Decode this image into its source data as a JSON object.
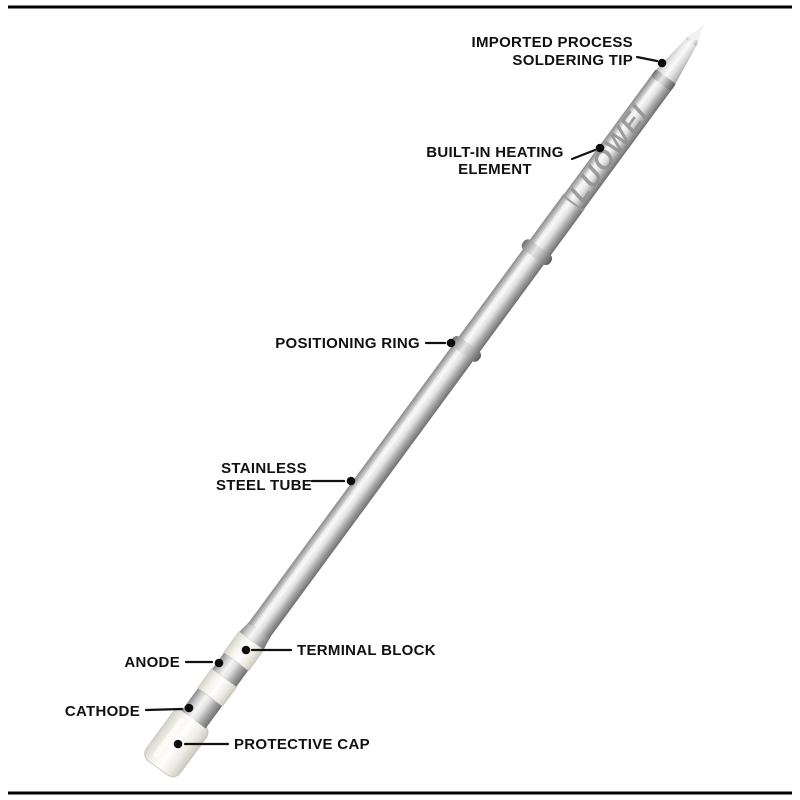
{
  "illustration": {
    "brand_text": "LUOWEI",
    "colors": {
      "background": "#ffffff",
      "metal_dark": "#6f6f6f",
      "metal_light": "#f5f5f5",
      "ceramic_white": "#f3f1ea",
      "label_text": "#111111",
      "leader_line": "#111111",
      "frame_border": "#000000"
    }
  },
  "labels": {
    "soldering_tip": {
      "line1": "IMPORTED PROCESS",
      "line2": "SOLDERING TIP"
    },
    "heating_element": {
      "line1": "BUILT-IN HEATING",
      "line2": "ELEMENT"
    },
    "positioning_ring": {
      "text": "POSITIONING RING"
    },
    "stainless_tube": {
      "line1": "STAINLESS",
      "line2": "STEEL TUBE"
    },
    "terminal_block": {
      "text": "TERMINAL BLOCK"
    },
    "anode": {
      "text": "ANODE"
    },
    "cathode": {
      "text": "CATHODE"
    },
    "protective_cap": {
      "text": "PROTECTIVE CAP"
    }
  }
}
